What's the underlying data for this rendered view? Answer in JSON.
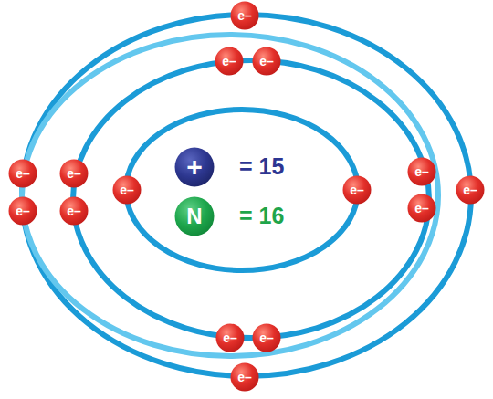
{
  "diagram": {
    "nodes": [
      {
        "text": [
          "e–"
        ]
      },
      {
        "text": [
          "e–"
        ]
      },
      {
        "text": [
          "e–"
        ]
      },
      {
        "text": [
          "e–"
        ]
      },
      {
        "text": [
          "e–"
        ]
      },
      {
        "text": [
          "+"
        ]
      },
      {
        "text": [
          "e–"
        ]
      },
      {
        "text": [
          "e–"
        ]
      },
      {
        "text": [
          "e–"
        ]
      },
      {
        "text": [
          "e–"
        ]
      },
      {
        "text": [
          "e–"
        ]
      },
      {
        "text": [
          "e–"
        ]
      },
      {
        "text": [
          "N"
        ]
      },
      {
        "text": [
          "e–"
        ]
      },
      {
        "text": [
          "e–"
        ]
      },
      {
        "text": [
          "e–"
        ]
      },
      {
        "text": [
          "e–"
        ]
      }
    ],
    "labels": [
      "= 15",
      "= 16"
    ]
  }
}
